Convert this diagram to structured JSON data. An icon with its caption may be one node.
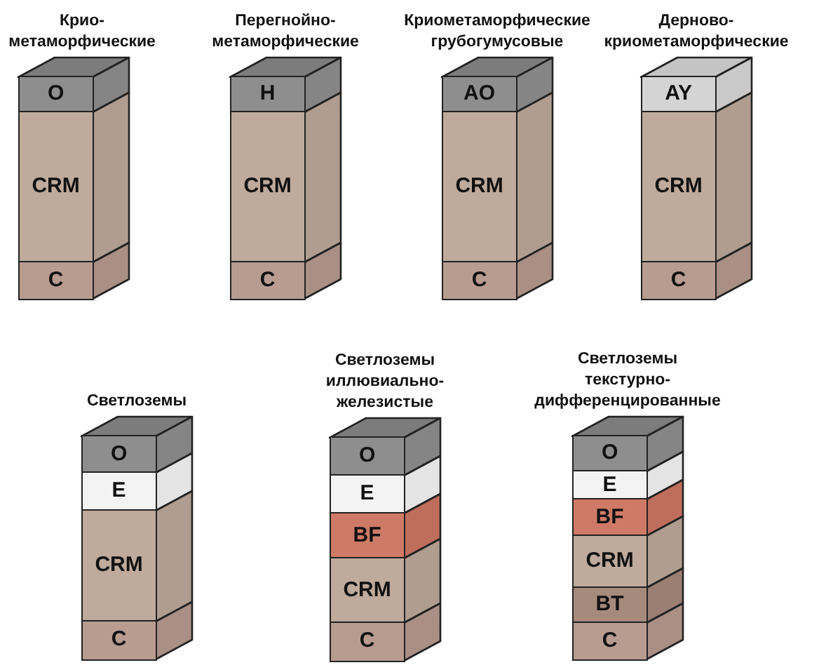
{
  "diagram": {
    "nodes": [
      {
        "text": [
          "Крио-метаморфические"
        ]
      },
      {
        "text": [
          "O"
        ],
        "in": 0
      },
      {
        "text": [
          "CRM"
        ],
        "in": 0
      },
      {
        "text": [
          "C"
        ],
        "in": 0
      },
      {
        "text": [
          "Перегнойно-метаморфические"
        ]
      },
      {
        "text": [
          "H"
        ],
        "in": 4
      },
      {
        "text": [
          "CRM"
        ],
        "in": 4
      },
      {
        "text": [
          "C"
        ],
        "in": 4
      },
      {
        "text": [
          "Криометаморфические грубогумусовые"
        ]
      },
      {
        "text": [
          "AO"
        ],
        "in": 8
      },
      {
        "text": [
          "CRM"
        ],
        "in": 8
      },
      {
        "text": [
          "C"
        ],
        "in": 8
      },
      {
        "text": [
          "Дерново-криометаморфические"
        ]
      },
      {
        "text": [
          "AY"
        ],
        "in": 12
      },
      {
        "text": [
          "CRM"
        ],
        "in": 12
      },
      {
        "text": [
          "C"
        ],
        "in": 12
      },
      {
        "text": [
          "Светлоземы"
        ]
      },
      {
        "text": [
          "O"
        ],
        "in": 16
      },
      {
        "text": [
          "E"
        ],
        "in": 16
      },
      {
        "text": [
          "CRM"
        ],
        "in": 16
      },
      {
        "text": [
          "C"
        ],
        "in": 16
      },
      {
        "text": [
          "Светлоземы иллювиально-железистые"
        ]
      },
      {
        "text": [
          "O"
        ],
        "in": 21
      },
      {
        "text": [
          "E"
        ],
        "in": 21
      },
      {
        "text": [
          "BF"
        ],
        "in": 21
      },
      {
        "text": [
          "CRM"
        ],
        "in": 21
      },
      {
        "text": [
          "C"
        ],
        "in": 21
      },
      {
        "text": [
          "Светлоземы текстурно-дифференцированные"
        ]
      },
      {
        "text": [
          "O"
        ],
        "in": 27
      },
      {
        "text": [
          "E"
        ],
        "in": 27
      },
      {
        "text": [
          "BF"
        ],
        "in": 27
      },
      {
        "text": [
          "CRM"
        ],
        "in": 27
      },
      {
        "text": [
          "BT"
        ],
        "in": 27
      },
      {
        "text": [
          "C"
        ],
        "in": 27
      }
    ]
  }
}
